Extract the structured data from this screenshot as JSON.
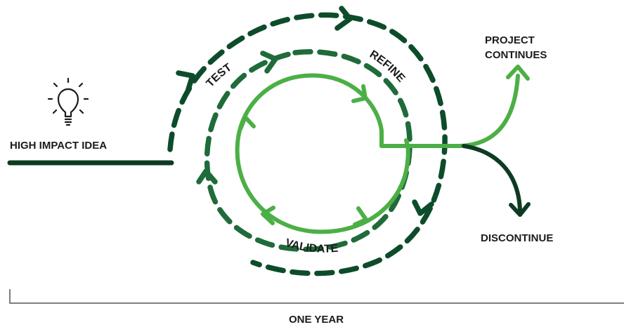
{
  "labels": {
    "idea": "HIGH IMPACT IDEA",
    "test": "TEST",
    "refine": "REFINE",
    "validate": "VALIDATE",
    "continues_line1": "PROJECT",
    "continues_line2": "CONTINUES",
    "discontinue": "DISCONTINUE",
    "timeline": "ONE YEAR"
  },
  "icons": {
    "idea": "lightbulb-icon"
  },
  "colors": {
    "dark_green": "#0d3b22",
    "mid_green": "#1f6b3a",
    "light_green": "#4caf46",
    "text": "#1b1b1b",
    "axis": "#555555"
  }
}
